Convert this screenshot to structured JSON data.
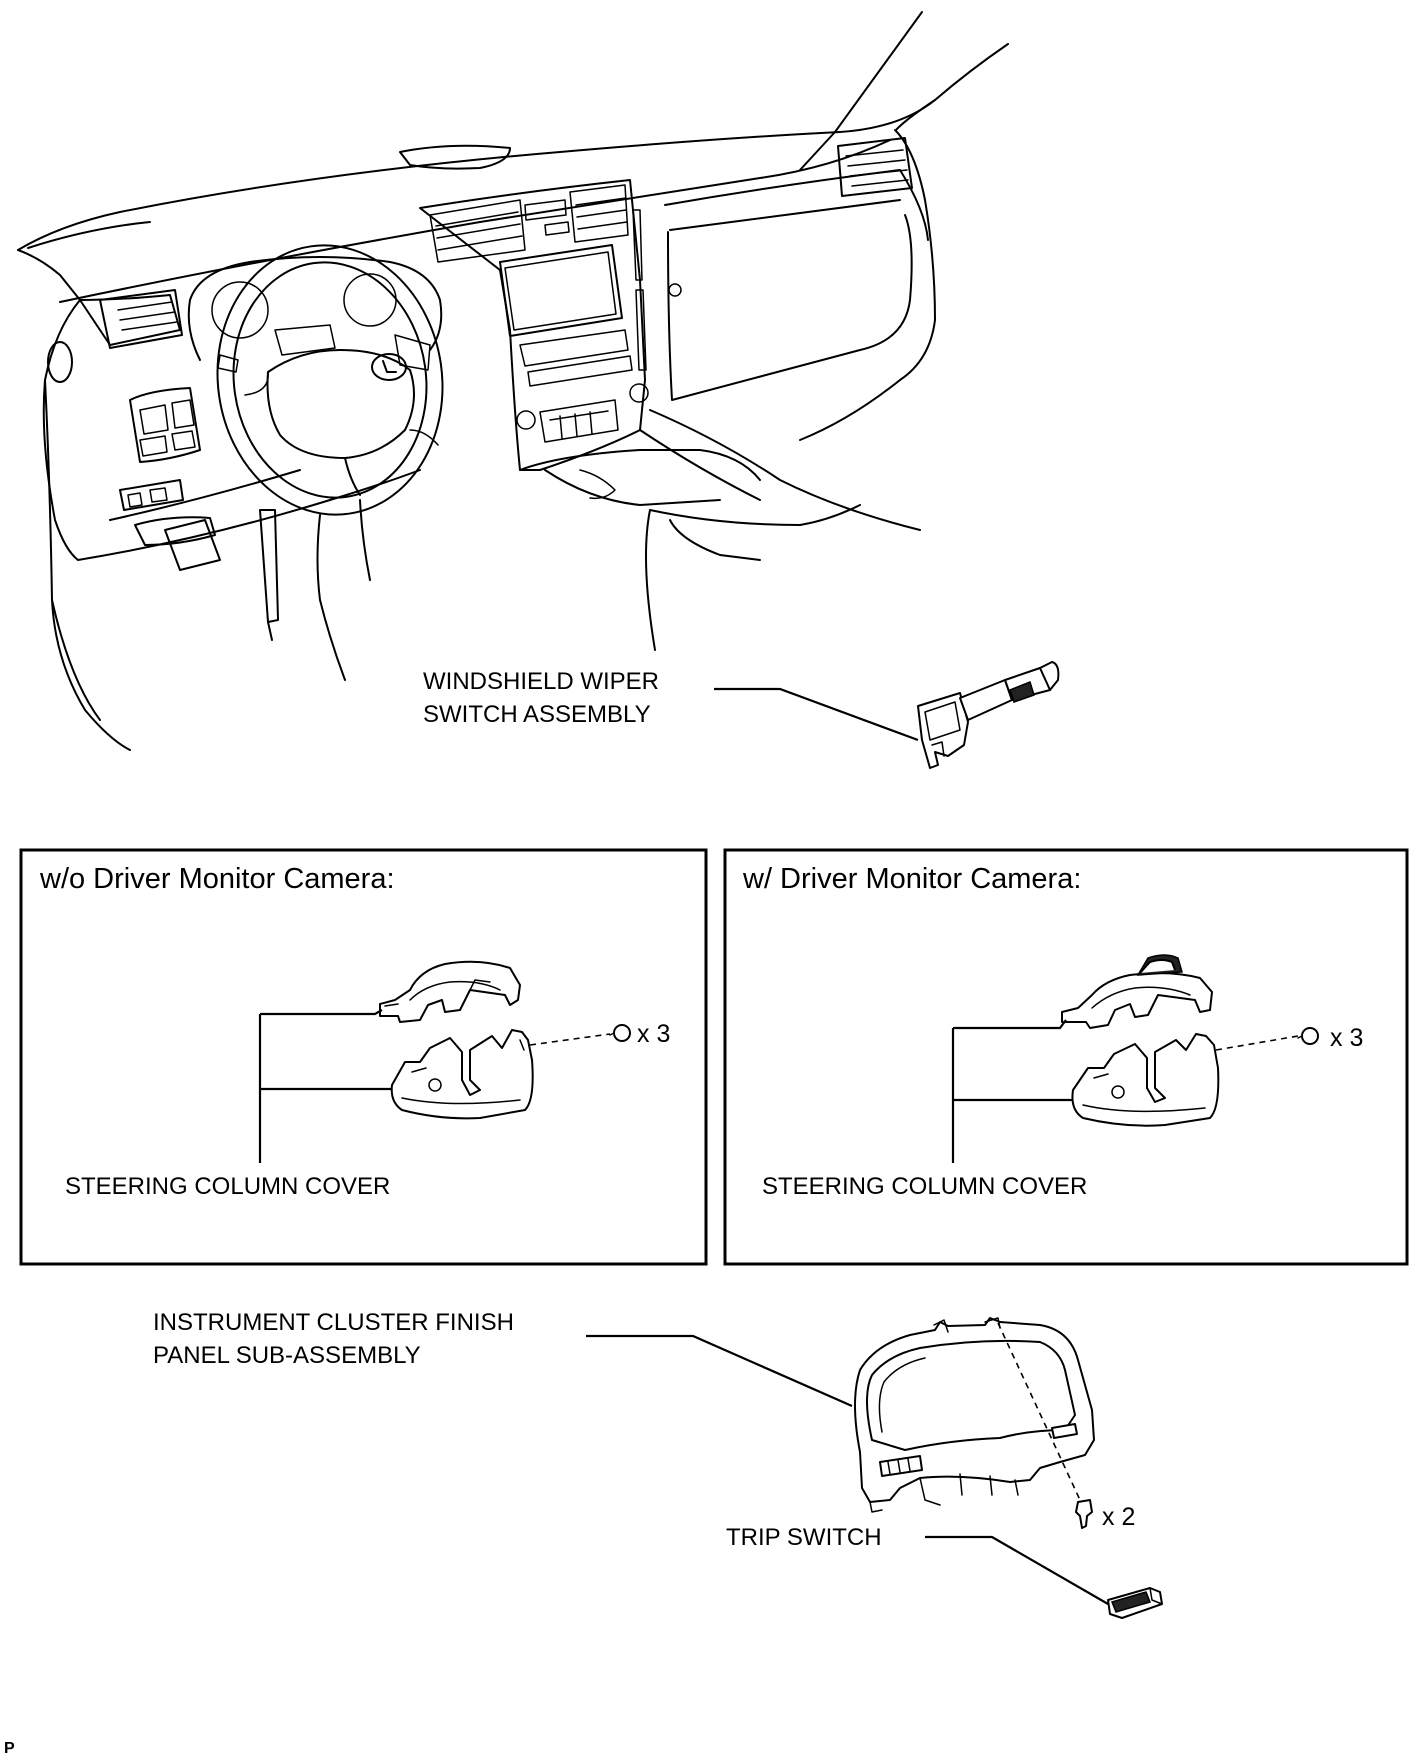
{
  "labels": {
    "wiper_line1": "WINDSHIELD WIPER",
    "wiper_line2": "SWITCH ASSEMBLY",
    "cluster_line1": "INSTRUMENT CLUSTER FINISH",
    "cluster_line2": "PANEL SUB-ASSEMBLY",
    "trip_switch": "TRIP SWITCH"
  },
  "panels": [
    {
      "heading": "w/o Driver Monitor Camera:",
      "part_label": "STEERING COLUMN COVER",
      "screw_qty": "x 3"
    },
    {
      "heading": "w/ Driver Monitor Camera:",
      "part_label": "STEERING COLUMN COVER",
      "screw_qty": "x 3"
    }
  ],
  "clip_qty": "x 2",
  "corner_mark": "P"
}
